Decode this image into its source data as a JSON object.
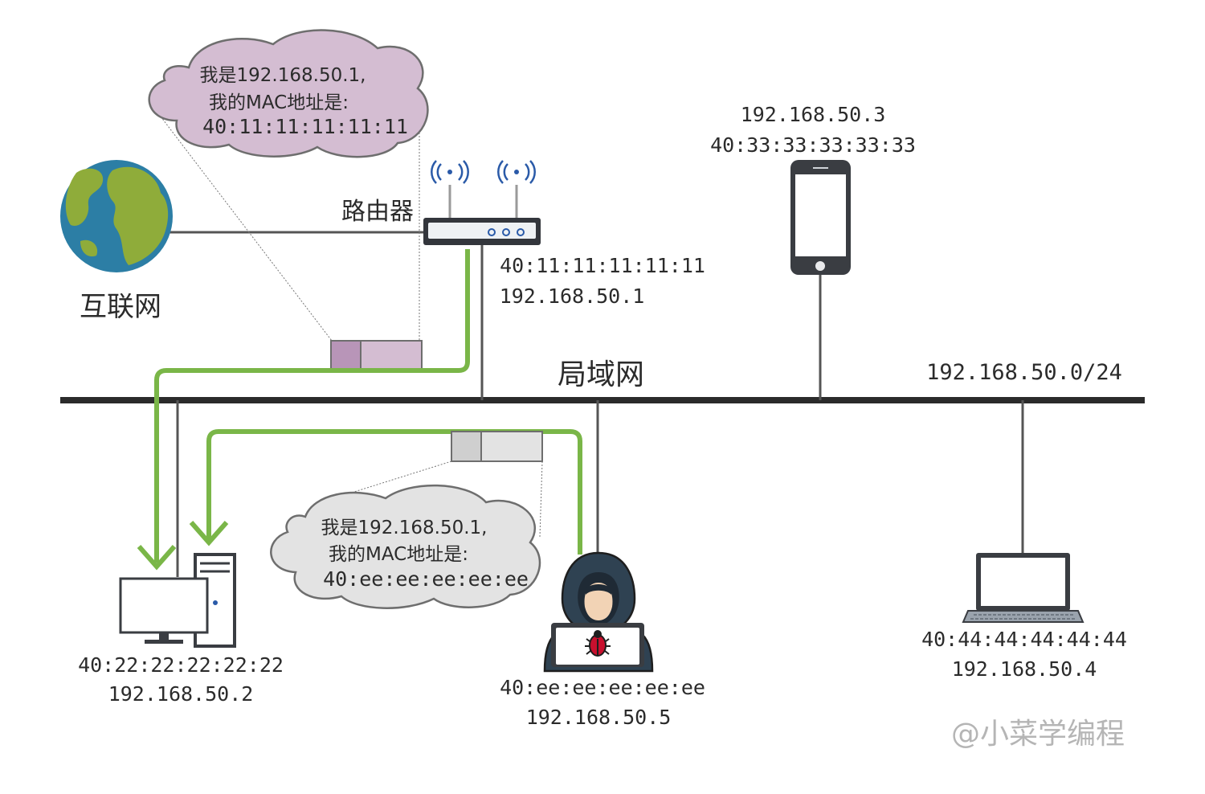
{
  "labels": {
    "internet": "互联网",
    "router": "路由器",
    "lan": "局域网",
    "subnet": "192.168.50.0/24",
    "watermark": "@小菜学编程"
  },
  "router_cloud": {
    "line1": "我是192.168.50.1,",
    "line2": "我的MAC地址是:",
    "line3": "40:11:11:11:11:11"
  },
  "attacker_cloud": {
    "line1": "我是192.168.50.1,",
    "line2": "我的MAC地址是:",
    "line3": "40:ee:ee:ee:ee:ee"
  },
  "hosts": {
    "router": {
      "mac": "40:11:11:11:11:11",
      "ip": "192.168.50.1"
    },
    "phone": {
      "ip": "192.168.50.3",
      "mac": "40:33:33:33:33:33"
    },
    "desktop": {
      "mac": "40:22:22:22:22:22",
      "ip": "192.168.50.2"
    },
    "attacker": {
      "mac": "40:ee:ee:ee:ee:ee",
      "ip": "192.168.50.5"
    },
    "laptop": {
      "mac": "40:44:44:44:44:44",
      "ip": "192.168.50.4"
    }
  },
  "colors": {
    "bus": "#2b2b2b",
    "arrow": "#7ab648",
    "router_packet": "#b895b8",
    "router_cloud": "#d4bdd2",
    "attacker_packet": "#cfcfcf",
    "attacker_cloud": "#e3e3e3",
    "globe_ocean": "#2c7ea5",
    "globe_land": "#8fac3a"
  },
  "icons": [
    "globe-icon",
    "router-icon",
    "phone-icon",
    "desktop-icon",
    "hacker-icon",
    "laptop-icon",
    "bug-icon"
  ]
}
